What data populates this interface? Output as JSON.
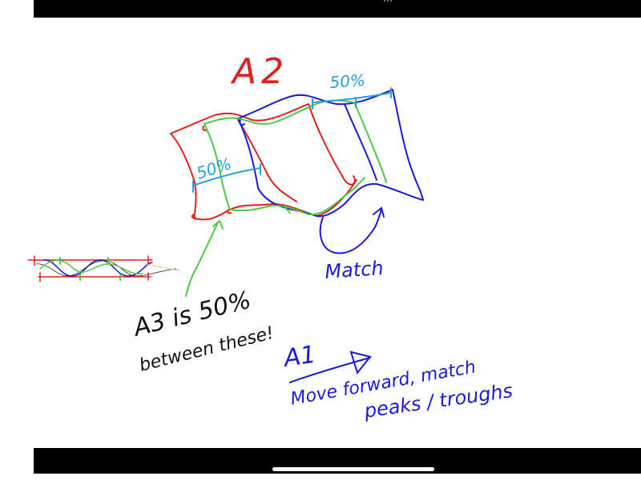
{
  "labels": {
    "a2": "A2",
    "a2_width": "50%",
    "a3_width": "50%",
    "match": "Match",
    "a3_line1": "A3 is 50%",
    "a3_line2": "between these!",
    "a1": "A1",
    "a1_line1": "Move forward, match",
    "a1_line2": "peaks / troughs"
  },
  "colors": {
    "red": "#e0201c",
    "blue": "#1a1ad6",
    "green": "#4cc94a",
    "cyan": "#2a9fd8",
    "black": "#111111",
    "chrome": "#000000"
  }
}
